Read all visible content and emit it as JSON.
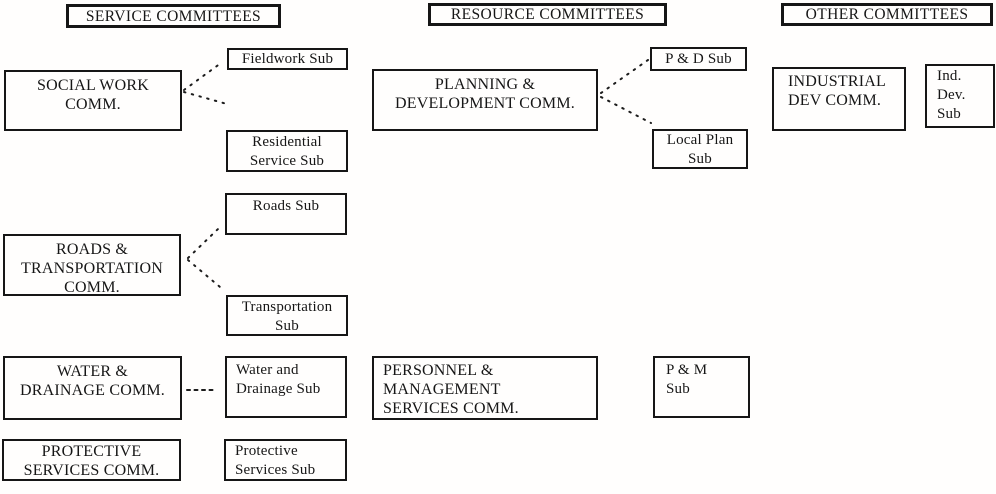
{
  "headers": {
    "service": "SERVICE COMMITTEES",
    "resource": "RESOURCE COMMITTEES",
    "other": "OTHER COMMITTEES"
  },
  "committees": {
    "social_work": {
      "lines": [
        "SOCIAL WORK",
        "COMM."
      ]
    },
    "roads": {
      "lines": [
        "ROADS &",
        "TRANSPORTATION",
        "COMM."
      ]
    },
    "water": {
      "lines": [
        "WATER &",
        "DRAINAGE COMM."
      ]
    },
    "protective": {
      "lines": [
        "PROTECTIVE",
        "SERVICES COMM."
      ]
    },
    "planning": {
      "lines": [
        "PLANNING &",
        "DEVELOPMENT COMM."
      ]
    },
    "personnel": {
      "lines": [
        "PERSONNEL &",
        "MANAGEMENT",
        "SERVICES COMM."
      ]
    },
    "industrial": {
      "lines": [
        "INDUSTRIAL",
        "DEV COMM."
      ]
    }
  },
  "subcommittees": {
    "fieldwork": {
      "lines": [
        "Fieldwork Sub"
      ]
    },
    "residential": {
      "lines": [
        "Residential",
        "Service Sub"
      ]
    },
    "roads_sub": {
      "lines": [
        "Roads Sub"
      ]
    },
    "transportation_sub": {
      "lines": [
        "Transportation",
        "Sub"
      ]
    },
    "water_sub": {
      "lines": [
        "Water and",
        "Drainage Sub"
      ]
    },
    "protective_sub": {
      "lines": [
        "Protective",
        "Services Sub"
      ]
    },
    "pd_sub": {
      "lines": [
        "P & D Sub"
      ]
    },
    "local_plan_sub": {
      "lines": [
        "Local Plan",
        "Sub"
      ]
    },
    "pm_sub": {
      "lines": [
        "P & M",
        "Sub"
      ]
    },
    "ind_dev_sub": {
      "lines": [
        "Ind.",
        "Dev.",
        "Sub"
      ]
    }
  },
  "colors": {
    "ink": "#161616",
    "paper": "#fffefd"
  }
}
